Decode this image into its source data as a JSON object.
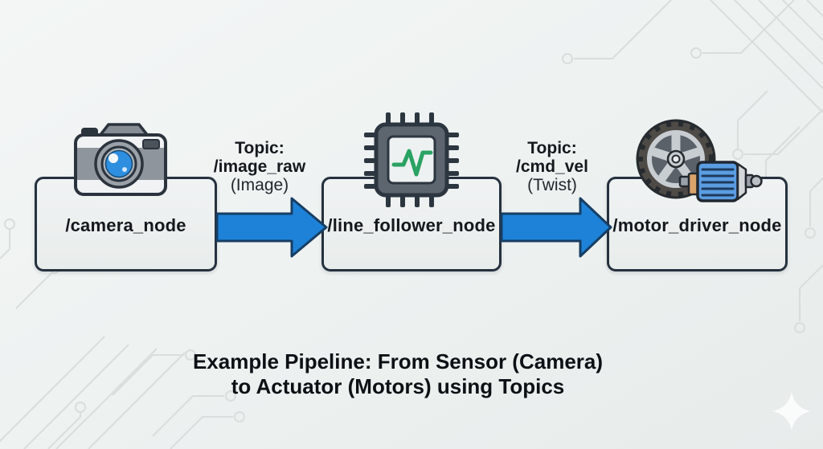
{
  "pipeline": {
    "nodes": [
      {
        "label": "/camera_node",
        "icon": "camera-icon"
      },
      {
        "label": "/line_follower_node",
        "icon": "chip-waveform-icon"
      },
      {
        "label": "/motor_driver_node",
        "icon": "wheel-motor-icon"
      }
    ],
    "topics": [
      {
        "heading": "Topic:",
        "name": "/image_raw",
        "type": "(Image)"
      },
      {
        "heading": "Topic:",
        "name": "/cmd_vel",
        "type": "(Twist)"
      }
    ]
  },
  "caption": {
    "line1": "Example Pipeline: From Sensor (Camera)",
    "line2": "to Actuator (Motors) using Topics"
  },
  "background": {
    "pattern": "circuit-traces",
    "sparkle": "four-point-star"
  },
  "colors": {
    "background": "#eef1f0",
    "trace": "#d9dedd",
    "node_fill": "#eceff0",
    "node_border": "#26313f",
    "text": "#14181d",
    "arrow_fill": "#1e82d8",
    "arrow_outline": "#173e63",
    "lens_blue": "#2e8fe0",
    "waveform_green": "#2aa263",
    "motor_blue": "#5b9de2",
    "coupler_orange": "#d9a36a"
  }
}
